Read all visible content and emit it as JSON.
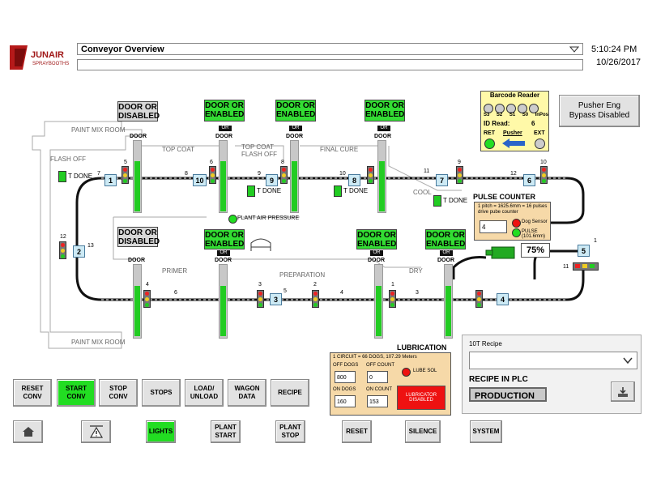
{
  "header": {
    "logo_text": "JUNAIR",
    "logo_sub": "SPRAYBOOTHS",
    "screen_select": "Conveyor Overview",
    "time": "5:10:24 PM",
    "date": "10/26/2017"
  },
  "doors": {
    "top_left": {
      "label": "DOOR OR DISABLED",
      "door": "DOOR"
    },
    "top_1": {
      "label": "DOOR OR ENABLED",
      "or": "OR",
      "door": "DOOR"
    },
    "top_2": {
      "label": "DOOR OR ENABLED",
      "or": "OR",
      "door": "DOOR"
    },
    "top_3": {
      "label": "DOOR OR ENABLED",
      "or": "OR",
      "door": "DOOR"
    },
    "bot_left": {
      "label": "DOOR OR DISABLED",
      "door": "DOOR"
    },
    "bot_1": {
      "label": "DOOR OR ENABLED",
      "or": "OR",
      "door": "DOOR"
    },
    "bot_2": {
      "label": "DOOR OR ENABLED",
      "or": "OR",
      "door": "DOOR"
    },
    "bot_3": {
      "label": "DOOR OR ENABLED",
      "or": "OR",
      "door": "DOOR"
    }
  },
  "areas": {
    "paint_mix_top": "PAINT MIX ROOM",
    "paint_mix_bot": "PAINT MIX ROOM",
    "flash_off": "FLASH OFF",
    "top_coat": "TOP COAT",
    "top_coat_flash": "TOP COAT FLASH OFF",
    "final_cure": "FINAL CURE",
    "cool": "COOL",
    "primer": "PRIMER",
    "preparation": "PREPARATION",
    "dry": "DRY",
    "plant_air": "PLANT AIR PRESSURE"
  },
  "stations": [
    "1",
    "10",
    "9",
    "8",
    "7",
    "6",
    "2",
    "3",
    "4",
    "5"
  ],
  "numbers": {
    "n5": "5",
    "n7": "7",
    "n6": "6",
    "n8": "8",
    "n9": "9",
    "n8b": "8",
    "n10": "10",
    "n11": "11",
    "n9b": "9",
    "n12": "12",
    "n10b": "10",
    "n12b": "12",
    "n13": "13",
    "n1": "1",
    "n11b": "11",
    "n4": "4",
    "n6b": "6",
    "n3": "3",
    "n5b": "5",
    "n2": "2",
    "n4b": "4",
    "n1b": "1",
    "n3b": "3"
  },
  "t_done": "T DONE",
  "barcode": {
    "title": "Barcode Reader",
    "labels": [
      "S3",
      "S2",
      "S1",
      "S0",
      "InPos"
    ],
    "id_label": "ID Read:",
    "id_value": "6",
    "ret": "RET",
    "pusher": "Pusher",
    "ext": "EXT"
  },
  "pusher_button": "Pusher Eng Bypass Disabled",
  "pulse": {
    "title": "PULSE COUNTER",
    "desc": "1 pitch = 1625.6mm = 16 pulses drive pube counter",
    "value": "4",
    "dog_sensor": "Dog Sensor",
    "pulse_label": "PULSE (101.6mm)"
  },
  "drive_pct": "75%",
  "lubrication": {
    "title": "LUBRICATION",
    "info": "1 CIRCUIT = 66  DOGS, 107.29 Meters",
    "off_dogs": "OFF DOGS",
    "off_count": "OFF COUNT",
    "off_dogs_val": "800",
    "off_count_val": "0",
    "lube_sol": "LUBE SOL",
    "on_dogs": "ON DOGS",
    "on_count": "ON COUNT",
    "on_dogs_val": "160",
    "on_count_val": "153",
    "disabled": "LUBRICATOR DISABLED"
  },
  "recipe": {
    "title": "10T Recipe",
    "select": "",
    "in_plc": "RECIPE IN PLC",
    "production": "PRODUCTION"
  },
  "buttons_row1": [
    "RESET CONV",
    "START CONV",
    "STOP CONV",
    "STOPS",
    "LOAD/ UNLOAD",
    "WAGON DATA",
    "RECIPE"
  ],
  "buttons_row2": [
    "LIGHTS",
    "PLANT START",
    "PLANT STOP",
    "RESET",
    "SILENCE",
    "SYSTEM"
  ],
  "colors": {
    "enabled": "#33dd33",
    "disabled": "#d8d8d8",
    "lube_disabled": "#ee1111",
    "panel": "#f6d9a8",
    "barcode_bg": "#fff9a8"
  }
}
